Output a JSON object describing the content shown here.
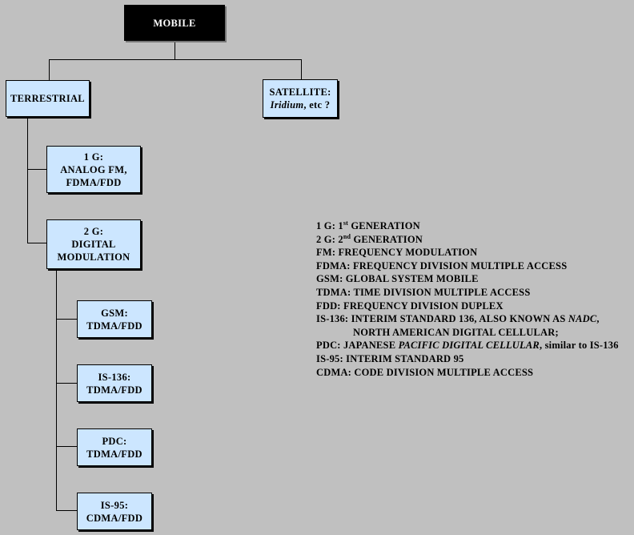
{
  "root": {
    "label": "MOBILE"
  },
  "terrestrial": {
    "label": "TERRESTRIAL"
  },
  "satellite": {
    "line1": "SATELLITE:",
    "line2_italic": "Iridium",
    "line2_rest": ", etc ?"
  },
  "gen1": {
    "lines": [
      "1 G:",
      "ANALOG FM,",
      "FDMA/FDD"
    ]
  },
  "gen2": {
    "lines": [
      "2 G:",
      "DIGITAL",
      "MODULATION"
    ]
  },
  "standards": [
    {
      "lines": [
        "GSM:",
        "TDMA/FDD"
      ]
    },
    {
      "lines": [
        "IS-136:",
        "TDMA/FDD"
      ]
    },
    {
      "lines": [
        "PDC:",
        "TDMA/FDD"
      ]
    },
    {
      "lines": [
        "IS-95:",
        "CDMA/FDD"
      ]
    }
  ],
  "legend": {
    "l1_pre": "1 G: 1",
    "l1_sup": "st",
    "l1_post": " GENERATION",
    "l2_pre": "2 G: 2",
    "l2_sup": "nd",
    "l2_post": " GENERATION",
    "l3": "FM: FREQUENCY MODULATION",
    "l4": "FDMA: FREQUENCY DIVISION MULTIPLE ACCESS",
    "l5": "GSM: GLOBAL SYSTEM MOBILE",
    "l6": "TDMA: TIME DIVISION MULTIPLE ACCESS",
    "l7": "FDD: FREQUENCY DIVISION DUPLEX",
    "l8_pre": "IS-136: INTERIM STANDARD 136, ALSO KNOWN AS ",
    "l8_italic": "NADC",
    "l8_post": ",",
    "l9": "NORTH AMERICAN DIGITAL CELLULAR;",
    "l10_pre": "PDC: JAPANESE ",
    "l10_italic": "PACIFIC DIGITAL CELLULAR",
    "l10_post": ", similar to IS-136",
    "l11": "IS-95: INTERIM STANDARD 95",
    "l12": "CDMA: CODE DIVISION MULTIPLE ACCESS"
  }
}
